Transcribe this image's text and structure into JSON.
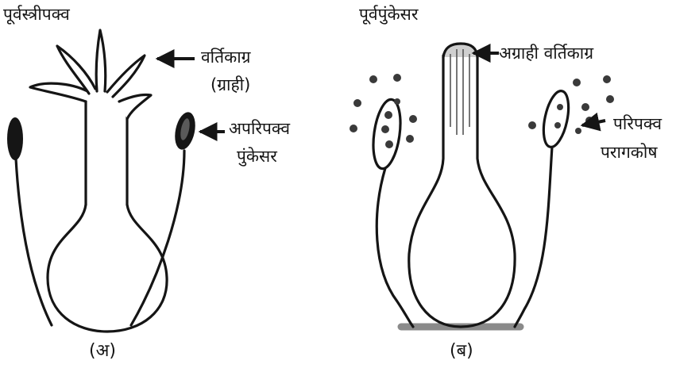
{
  "figure_a": {
    "title": "पूर्वस्त्रीपक्व",
    "stigma_label_line1": "वर्तिकाग्र",
    "stigma_label_line2": "(ग्राही)",
    "stamen_label_line1": "अपरिपक्व",
    "stamen_label_line2": "पुंकेसर",
    "caption": "(अ)"
  },
  "figure_b": {
    "title": "पूर्वपुंकेसर",
    "stigma_label": "अग्राही वर्तिकाग्र",
    "anther_label_line1": "परिपक्व",
    "anther_label_line2": "परागकोष",
    "caption": "(ब)"
  },
  "colors": {
    "ink": "#151515",
    "stigma_fill": "#cfcfcf",
    "pollen": "#3a3a3a",
    "base_shadow": "#8a8a8a"
  }
}
